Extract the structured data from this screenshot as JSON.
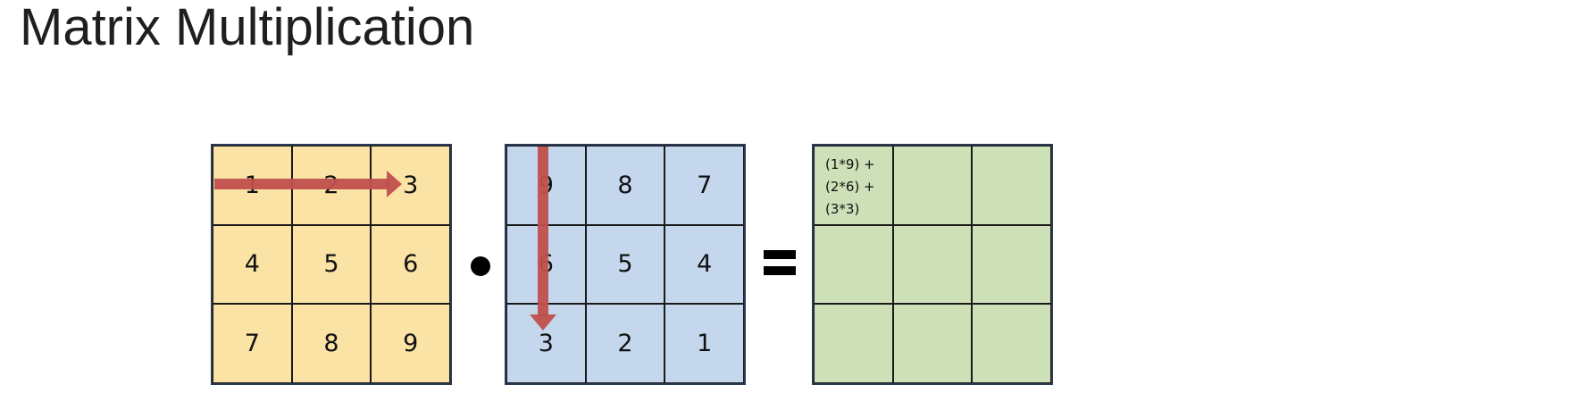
{
  "title": "Matrix Multiplication",
  "matrix_a": {
    "color": "#fbe3a6",
    "cells": [
      "1",
      "2",
      "3",
      "4",
      "5",
      "6",
      "7",
      "8",
      "9"
    ]
  },
  "matrix_b": {
    "color": "#c5d7ec",
    "cells": [
      "9",
      "8",
      "7",
      "6",
      "5",
      "4",
      "3",
      "2",
      "1"
    ]
  },
  "matrix_c": {
    "color": "#cde0b8",
    "cells": [
      "(1*9) +\n(2*6) +\n(3*3)",
      "",
      "",
      "",
      "",
      "",
      "",
      "",
      ""
    ]
  },
  "arrow_color": "#c0504d"
}
